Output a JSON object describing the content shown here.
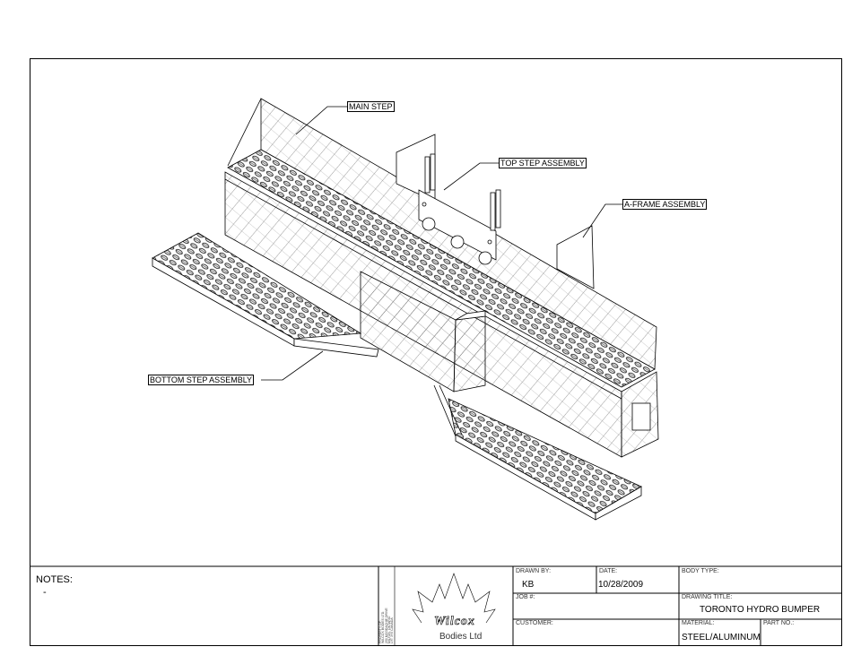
{
  "callouts": {
    "main_step": "MAIN STEP",
    "top_step": "TOP STEP ASSEMBLY",
    "a_frame": "A-FRAME ASSEMBLY",
    "bottom_step": "BOTTOM STEP ASSEMBLY"
  },
  "notes": {
    "title": "NOTES:",
    "items": [
      "-"
    ]
  },
  "property": [
    "PROPERTY OF:",
    "WILCOX BODIES LTD.",
    "290 MCGEACHIE DRIVE",
    "MILTON, ONTARIO",
    "L9T 3Y5 CANADA",
    "905-878-2372"
  ],
  "logo": {
    "brand": "Wilcox",
    "sub": "Bodies Ltd"
  },
  "title_block": {
    "drawn_by_label": "DRAWN BY:",
    "drawn_by": "KB",
    "date_label": "DATE:",
    "date": "10/28/2009",
    "body_type_label": "BODY TYPE:",
    "body_type": "",
    "job_label": "JOB #:",
    "job": "",
    "drawing_title_label": "DRAWING TITLE:",
    "drawing_title": "TORONTO HYDRO BUMPER",
    "customer_label": "CUSTOMER:",
    "customer": "",
    "material_label": "MATERIAL:",
    "material": "STEEL/ALUMINUM",
    "part_no_label": "PART NO.:",
    "part_no": ""
  }
}
